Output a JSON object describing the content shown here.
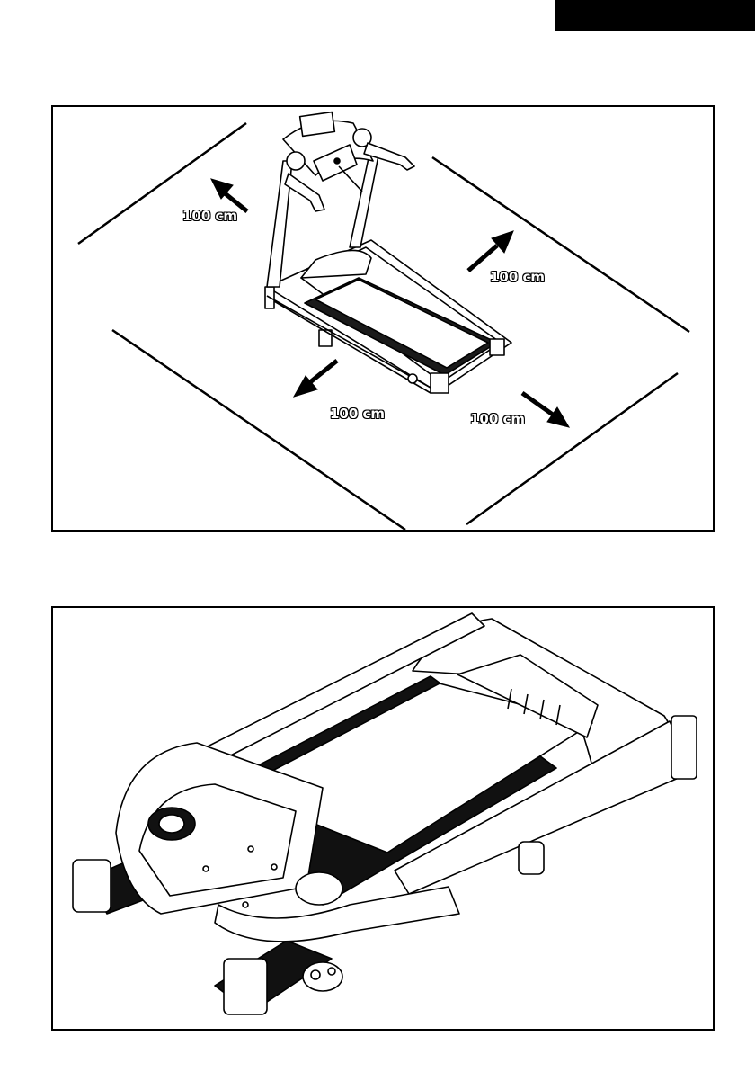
{
  "top_figure": {
    "clearance_labels": [
      "100 cm",
      "100 cm",
      "100 cm",
      "100 cm"
    ]
  },
  "colors": {
    "ink": "#000000",
    "paper": "#ffffff",
    "belt": "#1a1a1a"
  }
}
